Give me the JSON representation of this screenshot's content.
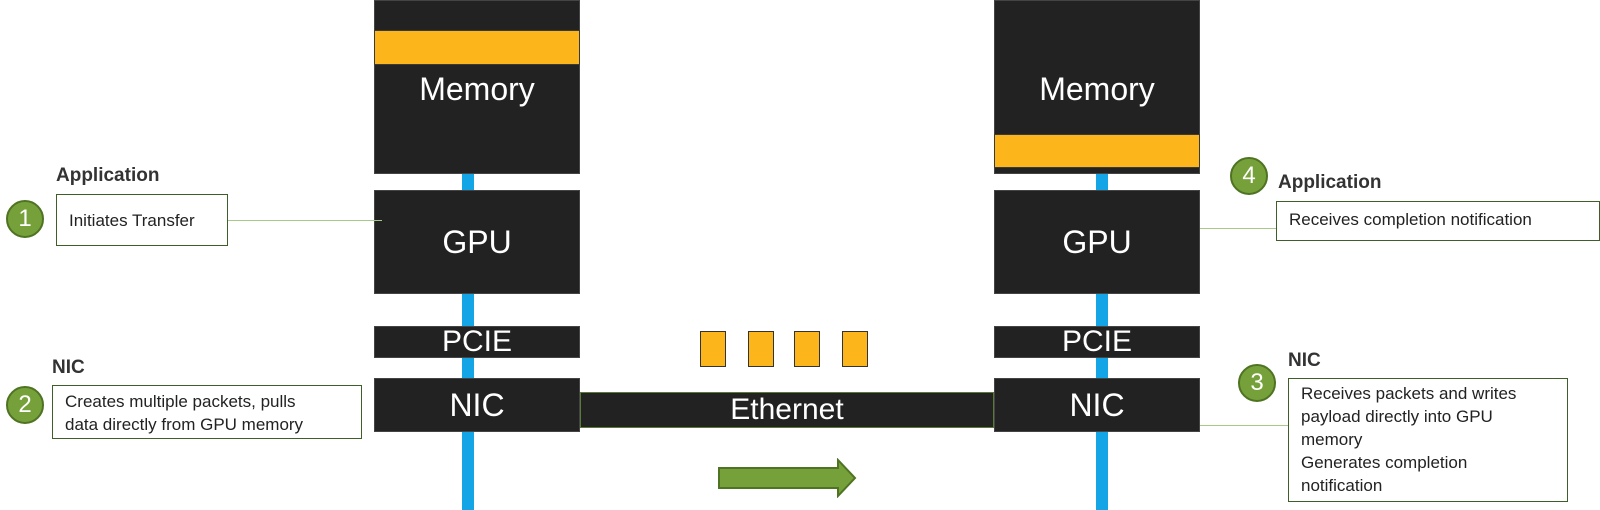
{
  "colors": {
    "block": "#222222",
    "bus": "#14a5e6",
    "highlight": "#fdb51c",
    "badge": "#76a13a",
    "box_border": "#3f5f2a",
    "arrow": "#76a13a"
  },
  "left": {
    "memory": "Memory",
    "gpu": "GPU",
    "pcie": "PCIE",
    "nic": "NIC"
  },
  "right": {
    "memory": "Memory",
    "gpu": "GPU",
    "pcie": "PCIE",
    "nic": "NIC"
  },
  "ethernet": "Ethernet",
  "steps": [
    {
      "number": "1",
      "heading": "Application",
      "lines": [
        "Initiates Transfer"
      ]
    },
    {
      "number": "2",
      "heading": "NIC",
      "lines": [
        "Creates multiple packets, pulls",
        "data directly from GPU memory"
      ]
    },
    {
      "number": "3",
      "heading": "NIC",
      "lines": [
        "Receives packets and writes",
        "payload directly into GPU",
        "memory",
        "Generates completion",
        "notification"
      ]
    },
    {
      "number": "4",
      "heading": "Application",
      "lines": [
        "Receives completion notification"
      ]
    }
  ],
  "packets_count_label": ""
}
